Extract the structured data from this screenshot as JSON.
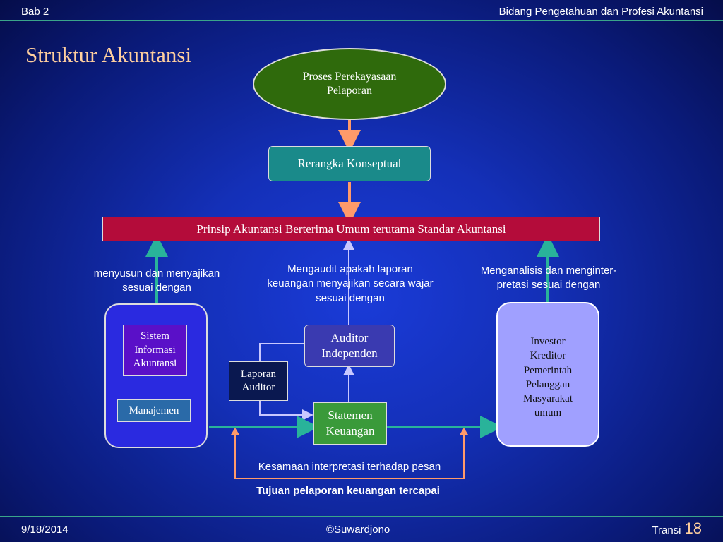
{
  "header": {
    "left": "Bab 2",
    "right": "Bidang Pengetahuan dan Profesi Akuntansi"
  },
  "title": "Struktur Akuntansi",
  "nodes": {
    "proses": "Proses Perekayasaan Pelaporan",
    "rerangka": "Rerangka Konseptual",
    "prinsip": "Prinsip Akuntansi Berterima Umum terutama Standar Akuntansi",
    "sia": "Sistem Informasi Akuntansi",
    "manajemen": "Manajemen",
    "auditor": "Auditor Independen",
    "laporan_auditor": "Laporan Auditor",
    "statemen": "Statemen Keuangan",
    "users": [
      "Investor",
      "Kreditor",
      "Pemerintah",
      "Pelanggan",
      "Masyarakat",
      "umum"
    ]
  },
  "captions": {
    "left": "menyusun dan menyajikan sesuai dengan",
    "middle": "Mengaudit apakah laporan keuangan menyajikan secara wajar sesuai dengan",
    "right": "Menganalisis dan menginter-pretasi sesuai dengan",
    "kesamaan": "Kesamaan interpretasi terhadap pesan",
    "tujuan": "Tujuan pelaporan keuangan tercapai"
  },
  "footer": {
    "date": "9/18/2014",
    "author": "©Suwardjono",
    "transi_label": "Transi",
    "page": "18"
  },
  "colors": {
    "teal": "#29b39a",
    "salmon": "#ff9a6a",
    "crimson": "#b40c3a",
    "green": "#3a9a3a"
  }
}
